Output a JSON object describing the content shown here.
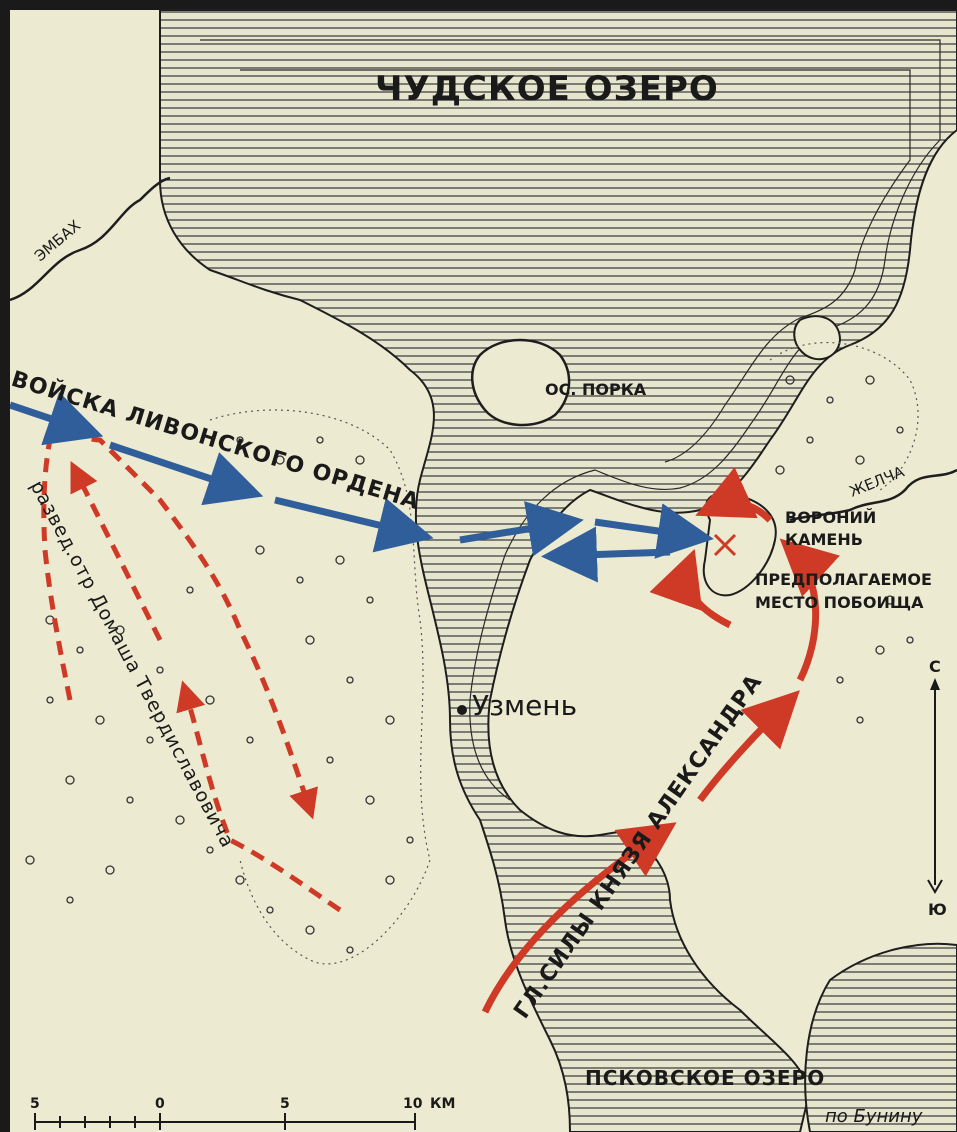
{
  "map": {
    "lake_label": "ЧУДСКОЕ ОЗЕРО",
    "lake_south_label": "ПСКОВСКОЕ ОЗЕРО",
    "river_embakh": "ЭМБАХ",
    "river_zhelcha": "ЖЕЛЧА",
    "island_label": "ОС. ПОРКА",
    "stone_label_1": "ВОРОНИЙ",
    "stone_label_2": "КАМЕНЬ",
    "battle_label_1": "ПРЕДПОЛАГАЕМОЕ",
    "battle_label_2": "МЕСТО ПОБОИЩА",
    "town_label": "Узмень",
    "order_label": "ВОЙСКА ЛИВОНСКОГО ОРДЕНА",
    "scouts_label": "развед.отр Домаша Твердиславовича",
    "prince_label": "ГЛ.СИЛЫ КНЯЗЯ АЛЕКСАНДРА",
    "credit": "по Бунину",
    "compass_north": "С",
    "compass_south": "Ю",
    "scale_ticks": [
      "5",
      "0",
      "5",
      "10"
    ],
    "scale_unit": "КМ"
  },
  "colors": {
    "paper": "#ecebd2",
    "water": "#efeed8",
    "line": "#1e1e1e",
    "order_blue": "#2f5e9a",
    "russian_red": "#cf3a26"
  }
}
